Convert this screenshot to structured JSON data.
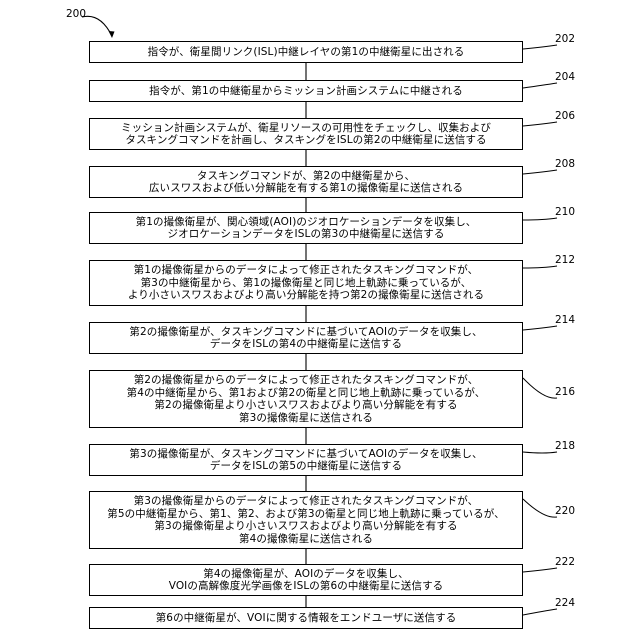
{
  "figure": {
    "number": "200",
    "steps": [
      {
        "ref": "202",
        "text": "指令が、衛星間リンク(ISL)中継レイヤの第1の中継衛星に出される"
      },
      {
        "ref": "204",
        "text": "指令が、第1の中継衛星からミッション計画システムに中継される"
      },
      {
        "ref": "206",
        "text": "ミッション計画システムが、衛星リソースの可用性をチェックし、収集および\nタスキングコマンドを計画し、タスキングをISLの第2の中継衛星に送信する"
      },
      {
        "ref": "208",
        "text": "タスキングコマンドが、第2の中継衛星から、\n広いスワスおよび低い分解能を有する第1の撮像衛星に送信される"
      },
      {
        "ref": "210",
        "text": "第1の撮像衛星が、関心領域(AOI)のジオロケーションデータを収集し、\nジオロケーションデータをISLの第3の中継衛星に送信する"
      },
      {
        "ref": "212",
        "text": "第1の撮像衛星からのデータによって修正されたタスキングコマンドが、\n第3の中継衛星から、第1の撮像衛星と同じ地上軌跡に乗っているが、\nより小さいスワスおよびより高い分解能を持つ第2の撮像衛星に送信される"
      },
      {
        "ref": "214",
        "text": "第2の撮像衛星が、タスキングコマンドに基づいてAOIのデータを収集し、\nデータをISLの第4の中継衛星に送信する"
      },
      {
        "ref": "216",
        "text": "第2の撮像衛星からのデータによって修正されたタスキングコマンドが、\n第4の中継衛星から、第1および第2の衛星と同じ地上軌跡に乗っているが、\n第2の撮像衛星より小さいスワスおよびより高い分解能を有する\n第3の撮像衛星に送信される"
      },
      {
        "ref": "218",
        "text": "第3の撮像衛星が、タスキングコマンドに基づいてAOIのデータを収集し、\nデータをISLの第5の中継衛星に送信する"
      },
      {
        "ref": "220",
        "text": "第3の撮像衛星からのデータによって修正されたタスキングコマンドが、\n第5の中継衛星から、第1、第2、および第3の衛星と同じ地上軌跡に乗っているが、\n第3の撮像衛星より小さいスワスおよびより高い分解能を有する\n第4の撮像衛星に送信される"
      },
      {
        "ref": "222",
        "text": "第4の撮像衛星が、AOIのデータを収集し、\nVOIの高解像度光学画像をISLの第6の中継衛星に送信する"
      },
      {
        "ref": "224",
        "text": "第6の中継衛星が、VOIに関する情報をエンドユーザに送信する"
      }
    ]
  }
}
